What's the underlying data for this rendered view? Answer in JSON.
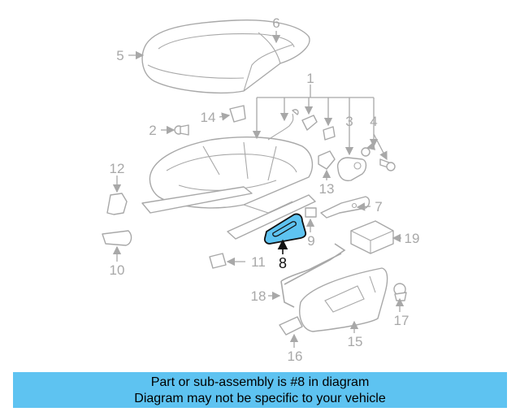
{
  "colors": {
    "line_art": "#a8a8a8",
    "highlight_fill": "#5ec3f1",
    "highlight_stroke": "#111111",
    "banner_background": "#5ec3f1"
  },
  "callouts": {
    "c1": "1",
    "c2": "2",
    "c3": "3",
    "c4": "4",
    "c5": "5",
    "c6": "6",
    "c7": "7",
    "c8": "8",
    "c9": "9",
    "c10": "10",
    "c11": "11",
    "c12": "12",
    "c13": "13",
    "c14": "14",
    "c15": "15",
    "c16": "16",
    "c17": "17",
    "c18": "18",
    "c19": "19"
  },
  "highlighted_part": "8",
  "banner": {
    "line1": "Part or sub-assembly is #8 in diagram",
    "line2": "Diagram may not be specific to your vehicle"
  }
}
